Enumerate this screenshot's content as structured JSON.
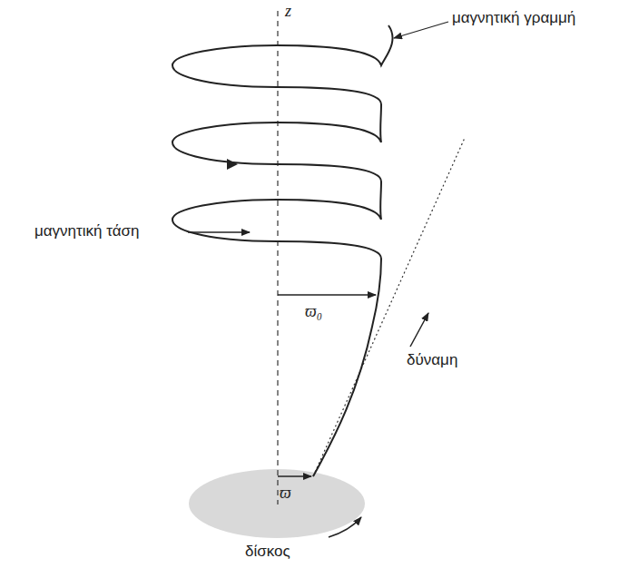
{
  "diagram": {
    "labels": [
      "z",
      "μαγνητική γραμμή",
      "μαγνητική τάση",
      "ϖ₀",
      "δύναμη",
      "ϖ",
      "δίσκος"
    ]
  }
}
